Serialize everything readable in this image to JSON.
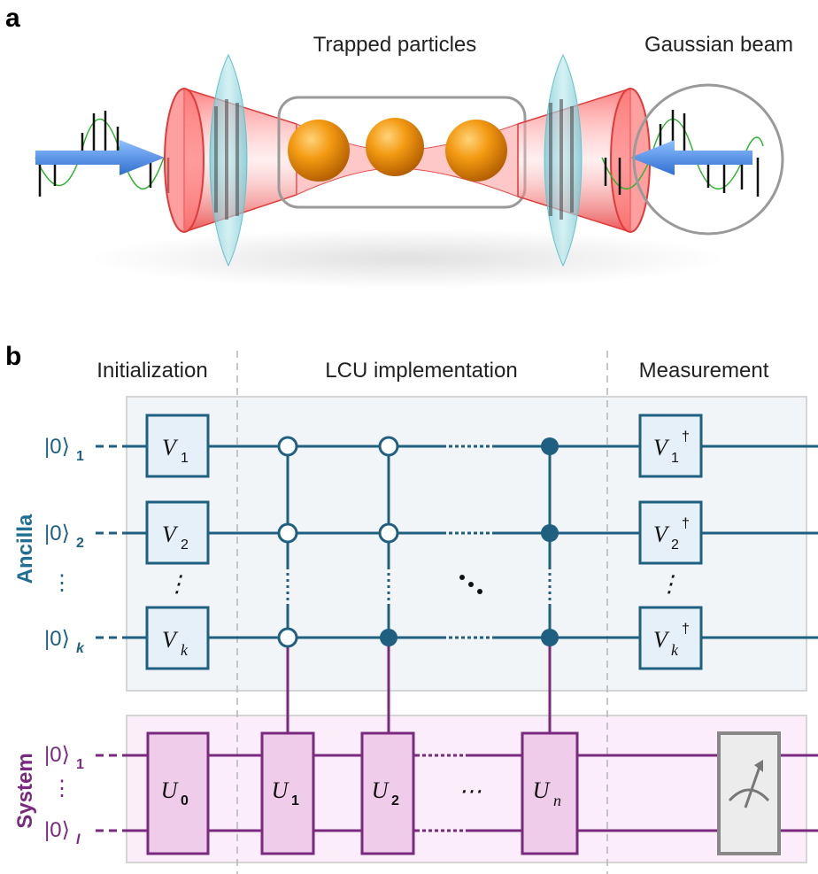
{
  "panel_a": {
    "letter": "a",
    "label_trapped": "Trapped particles",
    "label_beam": "Gaussian beam"
  },
  "panel_b": {
    "letter": "b",
    "stage_init": "Initialization",
    "stage_lcu": "LCU implementation",
    "stage_meas": "Measurement",
    "group_ancilla": "Ancilla",
    "group_system": "System",
    "ket": "|0⟩",
    "ancilla_subs": [
      "1",
      "2",
      "k"
    ],
    "system_subs": [
      "1",
      "l"
    ],
    "v_gates": [
      {
        "main": "V",
        "sub": "1"
      },
      {
        "main": "V",
        "sub": "2"
      },
      {
        "main": "V",
        "sub": "k"
      }
    ],
    "v_dagger_gates": [
      {
        "main": "V",
        "sub": "1",
        "sup": "†"
      },
      {
        "main": "V",
        "sub": "2",
        "sup": "†"
      },
      {
        "main": "V",
        "sub": "k",
        "sup": "†"
      }
    ],
    "u_gates": [
      {
        "main": "U",
        "sub": "0"
      },
      {
        "main": "U",
        "sub": "1"
      },
      {
        "main": "U",
        "sub": "2"
      },
      {
        "main": "U",
        "sub": "n"
      }
    ],
    "ellipsis": "⋯"
  },
  "colors": {
    "ancilla": "#1f5f80",
    "system": "#7a2a7e",
    "ancilla_gate_fill": "#e6f0f8",
    "system_gate_fill": "#f0cceb",
    "ancilla_region": "#f1f5f8",
    "system_region": "#fbeefa",
    "laser_cone": "#ee4a4a",
    "lens": "#8ed3dc",
    "particle": "#f39a12",
    "arrow": "#4a8fe0"
  }
}
